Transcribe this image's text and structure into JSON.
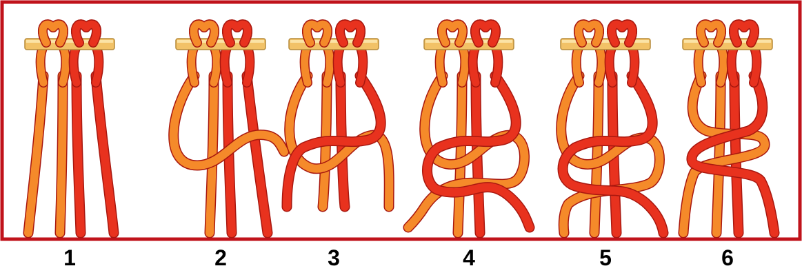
{
  "figure": {
    "steps": [
      {
        "label": "1"
      },
      {
        "label": "2"
      },
      {
        "label": "3"
      },
      {
        "label": "4"
      },
      {
        "label": "5"
      },
      {
        "label": "6"
      }
    ]
  },
  "colors": {
    "frame": "#c0131b",
    "cord_light": "#f58a2a",
    "cord_light_highlight": "#ffc06a",
    "cord_dark": "#e8321e",
    "cord_dark_highlight": "#ff7a4a",
    "outline": "#a8170f",
    "dowel": "#f2c267",
    "dowel_highlight": "#fbe3a6",
    "label": "#000000"
  }
}
